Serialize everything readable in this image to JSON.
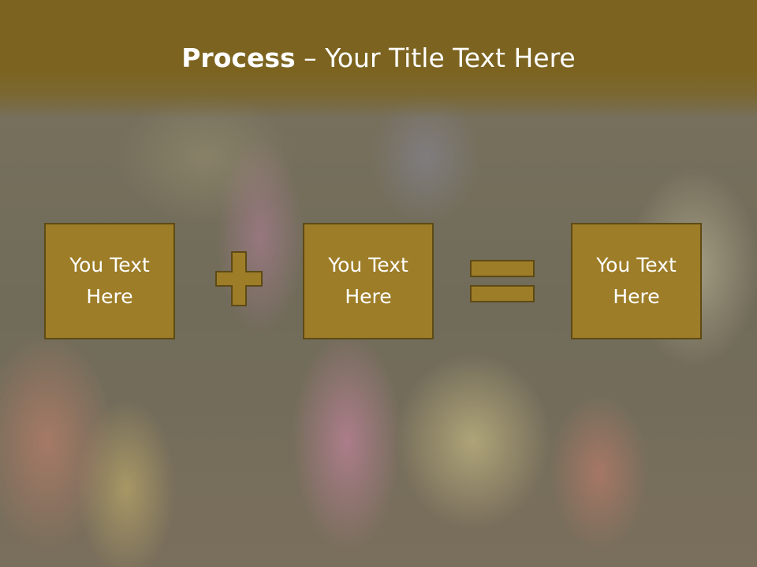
{
  "slide": {
    "title_bold": "Process",
    "title_rest": " – Your Title Text Here"
  },
  "process": {
    "boxes": [
      {
        "label": "You Text Here"
      },
      {
        "label": "You Text Here"
      },
      {
        "label": "You Text Here"
      }
    ],
    "operators": [
      "plus-icon",
      "equals-icon"
    ]
  },
  "colors": {
    "banner": "#7c6420",
    "box_fill": "#9d7d28",
    "box_border": "#5e4a14",
    "text": "#ffffff"
  }
}
